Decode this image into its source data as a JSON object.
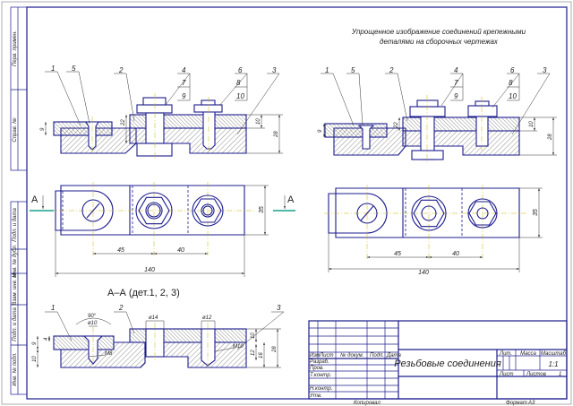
{
  "sheet": {
    "note_line1": "Упрощенное изображение соединений крепежными",
    "note_line2": "деталями на сборочных чертежах"
  },
  "side_stamps": [
    "Перв. примен.",
    "Справ. №",
    "Подп. и дата",
    "Инв. № дубл.",
    "Взам. инв. №",
    "Подп. и дата",
    "Инв. № подл."
  ],
  "views": {
    "top_left": {
      "callouts": [
        "1",
        "5",
        "2",
        "4",
        "7",
        "9",
        "6",
        "8",
        "10",
        "3"
      ],
      "dims": [
        "9",
        "22",
        "10",
        "28"
      ]
    },
    "top_right": {
      "callouts": [
        "1",
        "5",
        "2",
        "4",
        "7",
        "9",
        "6",
        "8",
        "10",
        "3"
      ],
      "dims": [
        "9",
        "22",
        "10",
        "28"
      ]
    },
    "plan_left": {
      "dims": [
        "45",
        "40",
        "140",
        "35"
      ],
      "section_marks": [
        "А",
        "А"
      ]
    },
    "plan_right": {
      "dims": [
        "45",
        "40",
        "140",
        "35"
      ]
    },
    "section_aa": {
      "title": "А–А (дет.1, 2, 3)",
      "callouts": [
        "1",
        "2",
        "3"
      ],
      "dims": [
        "90°",
        "ø10",
        "ø14",
        "ø12",
        "М8",
        "М10",
        "4",
        "9",
        "10",
        "10",
        "12",
        "16",
        "28"
      ]
    }
  },
  "title_block": {
    "headers": [
      "Изм",
      "Лист",
      "№ докум.",
      "Подп.",
      "Дата"
    ],
    "roles": [
      "Разраб.",
      "Пров.",
      "Т.контр.",
      "Н.контр.",
      "Утв."
    ],
    "drawing_title": "Резьбовые соединения",
    "lit_label": "Лит.",
    "mass_label": "Масса",
    "scale_label": "Масштаб",
    "scale": "1:1",
    "sheet_label": "Лист",
    "sheets_label": "Листов",
    "sheets": "1"
  },
  "footer": {
    "copied": "Копировал",
    "format_label": "Формат",
    "format": "А3"
  },
  "colors": {
    "outline": "#1c1c8e",
    "centerline": "#c9b300",
    "cut_line": "#17a08c"
  }
}
